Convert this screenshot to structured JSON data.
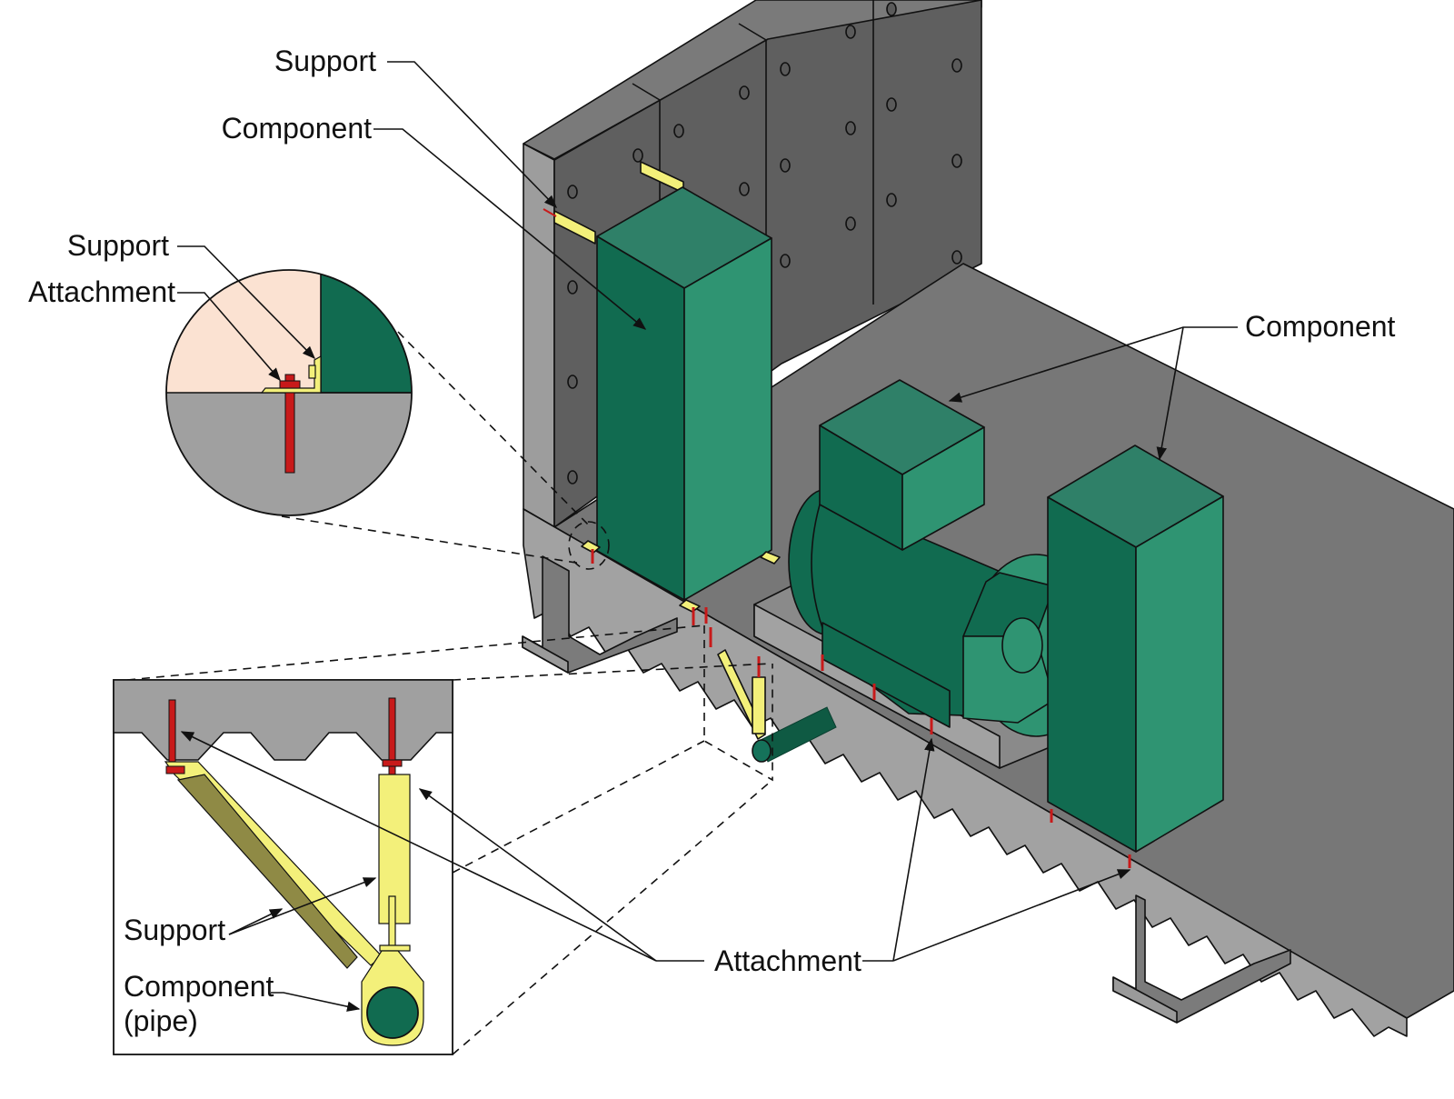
{
  "diagram": {
    "title": "Nonstructural component, support and attachment illustration",
    "colors": {
      "component_dark": "#116b50",
      "component_mid": "#2f8a6d",
      "component_light": "#2f9472",
      "support_yellow": "#f3f07a",
      "support_olive": "#8f8a45",
      "attachment_red": "#c81a1a",
      "wall_face": "#5f5f5f",
      "wall_edge": "#9d9d9d",
      "wall_top": "#7a7a7a",
      "deck_top": "#777777",
      "deck_side": "#a2a2a2",
      "detail_bg_peach": "#fbe2d2",
      "detail_bg_gray": "#a0a0a0",
      "leader": "#111111"
    },
    "labels": {
      "top_support": "Support",
      "top_component": "Component",
      "circle_support": "Support",
      "circle_attachment": "Attachment",
      "right_component": "Component",
      "bottom_attachment": "Attachment",
      "inset_support": "Support",
      "inset_component_line1": "Component",
      "inset_component_line2": "(pipe)"
    },
    "callouts": [
      {
        "label": "Support",
        "target": "wall-mounted angle bracket"
      },
      {
        "label": "Component",
        "target": "tall wall-mounted cabinet"
      },
      {
        "label": "Support",
        "target": "angle clip in circular detail"
      },
      {
        "label": "Attachment",
        "target": "anchor bolt in circular detail"
      },
      {
        "label": "Component",
        "target": "motor and free-standing cabinet"
      },
      {
        "label": "Attachment",
        "target": "deck anchors"
      },
      {
        "label": "Support",
        "target": "pipe hanger brace and rod"
      },
      {
        "label": "Component (pipe)",
        "target": "pipe in clevis hanger"
      }
    ],
    "details": {
      "circle_detail": "Cabinet base angle clip anchored to slab",
      "inset_detail": "Pipe hanger anchored to underside of metal deck"
    }
  }
}
